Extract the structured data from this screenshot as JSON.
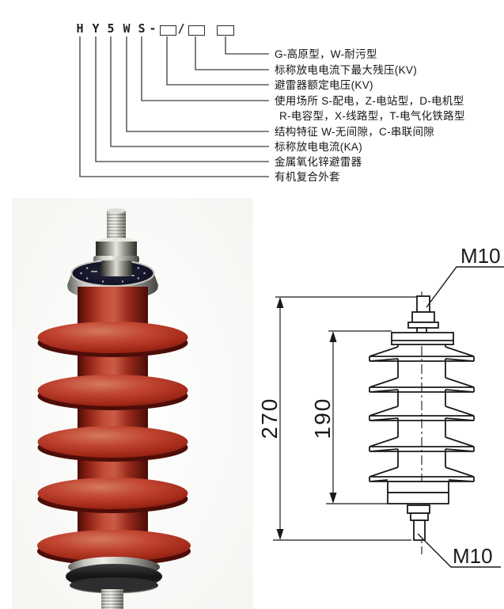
{
  "model_code": {
    "letters": [
      "H",
      "Y",
      "5",
      "W",
      "S"
    ],
    "hyphen": "-",
    "slash": "/",
    "boxes": 3
  },
  "designation": {
    "labels": [
      "G-高原型，W-耐污型",
      "标称放电电流下最大残压(KV)",
      "避雷器额定电压(KV)",
      "使用场所 S-配电，Z-电站型，D-电机型",
      "R-电容型，X-线路型，T-电气化铁路型",
      "结构特征 W-无间隙，C-串联间隙",
      "标称放电电流(KA)",
      "金属氧化锌避雷器",
      "有机复合外套"
    ]
  },
  "drawing": {
    "overall_height": "270",
    "insulator_height": "190",
    "top_thread": "M10",
    "bottom_thread": "M10"
  },
  "colors": {
    "line": "#1a1a1a",
    "housing_red": "#a82a1e",
    "housing_red_light": "#cf6850",
    "housing_red_dark": "#4e0d08",
    "metal_silver": "#d9d9d4",
    "cap_top_navy": "#12121e"
  }
}
